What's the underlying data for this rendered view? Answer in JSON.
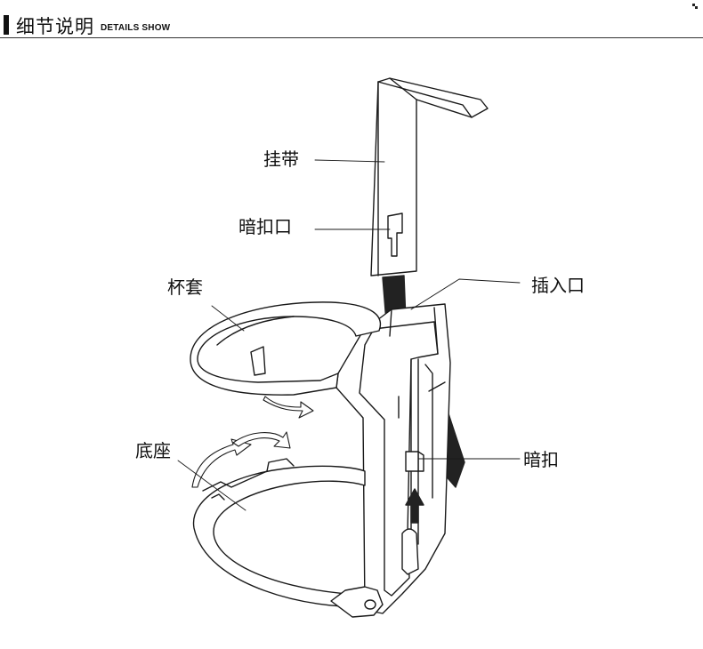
{
  "header": {
    "title": "细节说明",
    "subtitle": "DETAILS SHOW"
  },
  "labels": {
    "strap": "挂带",
    "hidden_slot": "暗扣口",
    "cup_sleeve": "杯套",
    "insert_slot": "插入口",
    "base": "底座",
    "hidden_clip": "暗扣"
  }
}
